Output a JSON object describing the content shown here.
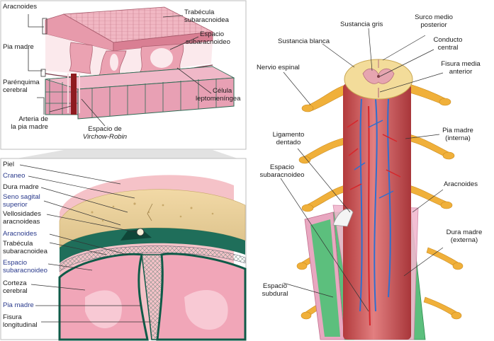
{
  "panel_top_left": {
    "aracnoides": "Aracnoides",
    "trabecula": [
      "Trabécula",
      "subaracnoidea"
    ],
    "espacio_sub": [
      "Espacio",
      "subaracnoideo"
    ],
    "pia_madre": "Pia madre",
    "parenquima": [
      "Parénquima",
      "cerebral"
    ],
    "celula": [
      "Célula",
      "leptomeníngea"
    ],
    "arteria": [
      "Arteria de",
      "la pia madre"
    ],
    "virchow_a": "Espacio de",
    "virchow_b": "Virchow-Robin"
  },
  "panel_bottom_left": {
    "piel": "Piel",
    "craneo": "Craneo",
    "dura": "Dura madre",
    "seno": [
      "Seno sagital",
      "superior"
    ],
    "vellosidades": [
      "Vellosidades",
      "aracnoideas"
    ],
    "aracnoides": "Aracnoides",
    "trabecula": [
      "Trabécula",
      "subaracnoidea"
    ],
    "espacio": [
      "Espacio",
      "subaracnoideo"
    ],
    "corteza": [
      "Corteza",
      "cerebral"
    ],
    "pia": "Pia madre",
    "fisura": [
      "Fisura",
      "longitudinal"
    ]
  },
  "panel_right": {
    "sustancia_gris": "Sustancia gris",
    "surco": [
      "Surco medio",
      "posterior"
    ],
    "sustancia_blanca": "Sustancia blanca",
    "conducto": [
      "Conducto",
      "central"
    ],
    "nervio": "Nervio espinal",
    "fisura_media": [
      "Fisura media",
      "anterior"
    ],
    "ligamento": [
      "Ligamento",
      "dentado"
    ],
    "pia": [
      "Pia madre",
      "(interna)"
    ],
    "espacio_sub": [
      "Espacio",
      "subaracnoideo"
    ],
    "aracnoides": "Aracnoides",
    "dura": [
      "Dura madre",
      "(externa)"
    ],
    "espacio_subdural": [
      "Espacio",
      "subdural"
    ]
  },
  "colors": {
    "pink": "#e9a3b1",
    "pink_light": "#f5c9d1",
    "teal": "#1f8a6f",
    "green": "#5cbf7d",
    "orange": "#f0b03a",
    "navy": "#2a3a8c",
    "artery": "#d6262b",
    "vein": "#2f6fcf"
  }
}
